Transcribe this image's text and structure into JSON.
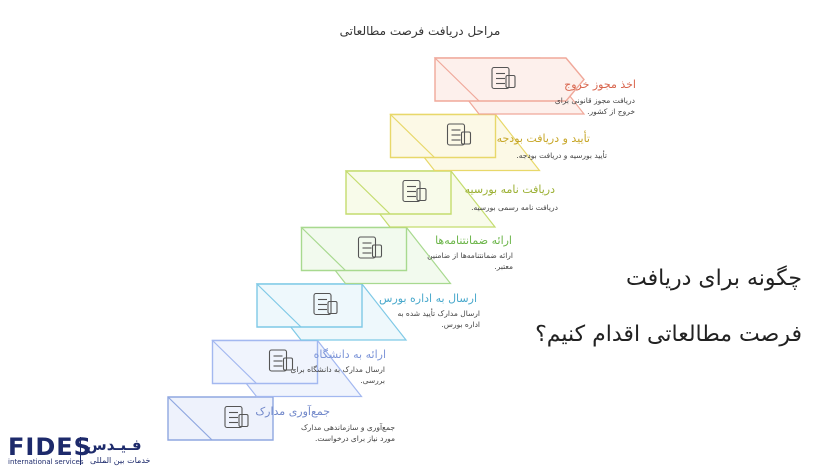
{
  "page": {
    "top_title": "مراحل دریافت فرصت مطالعاتی",
    "side_title_line1": "چگونه برای دریافت",
    "side_title_line2": "فرصت مطالعاتی اقدام کنیم؟"
  },
  "steps": [
    {
      "title": "جمع‌آوری مدارک",
      "desc": "جمع‌آوری و سازماندهی مدارک مورد نیاز برای درخواست.",
      "color": "#8fa7e0",
      "fill": "#eef2fc",
      "icon": "documents-icon"
    },
    {
      "title": "ارائه به دانشگاه",
      "desc": "ارسال مدارک به دانشگاه برای بررسی.",
      "color": "#a3b8f0",
      "fill": "#f0f4fd",
      "icon": "submit-icon"
    },
    {
      "title": "ارسال به اداره بورس",
      "desc": "ارسال مدارک تأیید شده به اداره بورس.",
      "color": "#7fc9e6",
      "fill": "#eef8fc",
      "icon": "office-desk-icon"
    },
    {
      "title": "ارائه ضمانتنامه‌ها",
      "desc": "ارائه ضمانتنامه‌ها از ضامنین معتبر.",
      "color": "#a8d98f",
      "fill": "#f2faee",
      "icon": "contract-icon"
    },
    {
      "title": "دریافت نامه بورسیه",
      "desc": "دریافت نامه رسمی بورسیه.",
      "color": "#c4dc6e",
      "fill": "#f8fbea",
      "icon": "letter-icon"
    },
    {
      "title": "تأیید و دریافت بودجه",
      "desc": "تأیید بورسیه و دریافت بودجه.",
      "color": "#e8d86a",
      "fill": "#fcf9e6",
      "icon": "funds-icon"
    },
    {
      "title": "اخذ مجوز خروج",
      "desc": "دریافت مجوز قانونی برای خروج از کشور.",
      "color": "#f0a89a",
      "fill": "#fdf0ec",
      "icon": "passport-icon"
    }
  ],
  "logo": {
    "brand_en": "FIDES",
    "brand_en_sub": "international services",
    "brand_fa": "فـیـدس",
    "brand_fa_sub": "خدمات بین المللی"
  }
}
